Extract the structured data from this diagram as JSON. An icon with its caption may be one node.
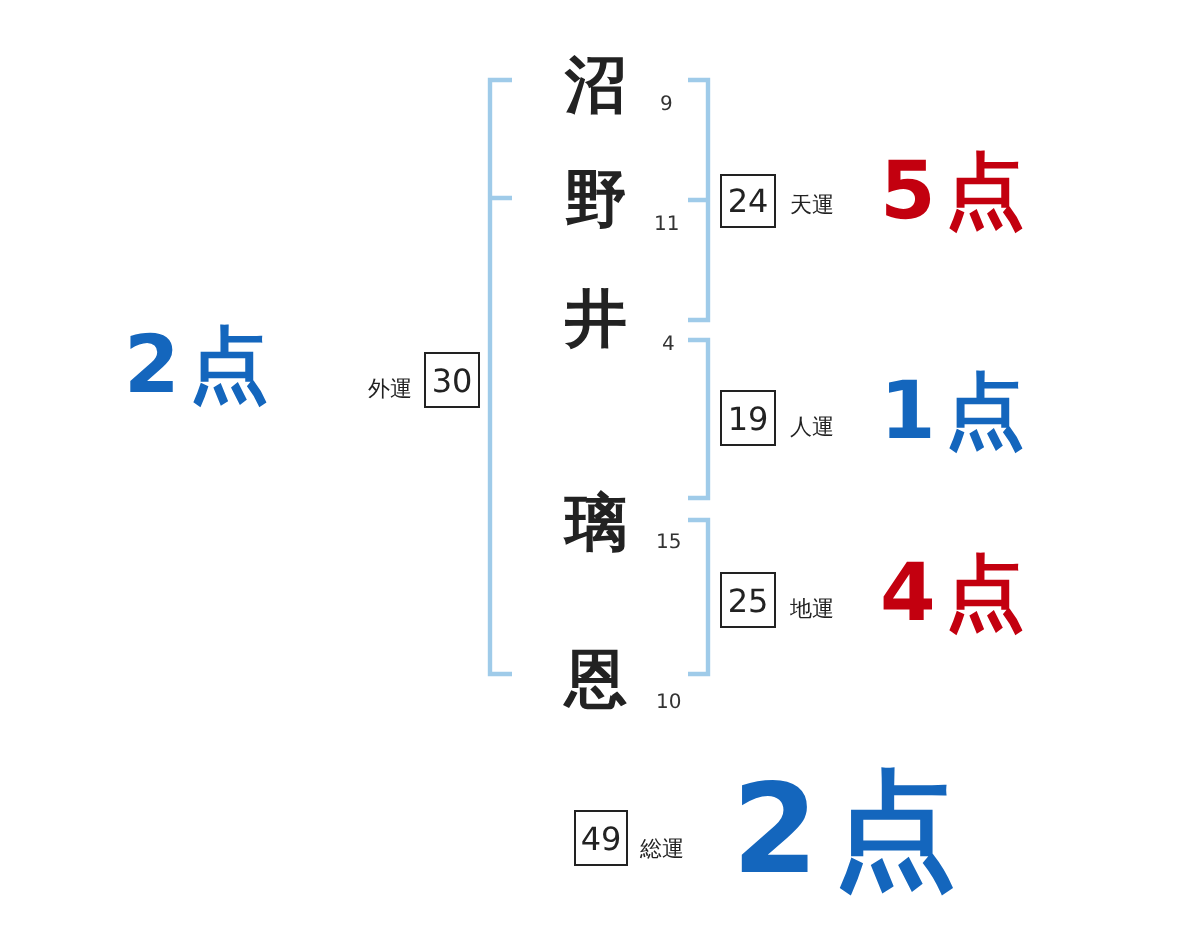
{
  "diagram": {
    "nodes": [
      {
        "text": [
          "24"
        ],
        "beside": [
          "天運",
          "5点"
        ]
      },
      {
        "text": [
          "30"
        ],
        "beside": [
          "外運",
          "2点"
        ]
      },
      {
        "text": [
          "19"
        ],
        "beside": [
          "人運",
          "1点"
        ]
      },
      {
        "text": [
          "25"
        ],
        "beside": [
          "地運",
          "4点"
        ]
      },
      {
        "text": [
          "49"
        ],
        "beside": [
          "総運",
          "2点"
        ]
      }
    ],
    "labels": [
      "沼",
      "9",
      "野",
      "11",
      "井",
      "4",
      "璃",
      "15",
      "恩",
      "10"
    ]
  }
}
